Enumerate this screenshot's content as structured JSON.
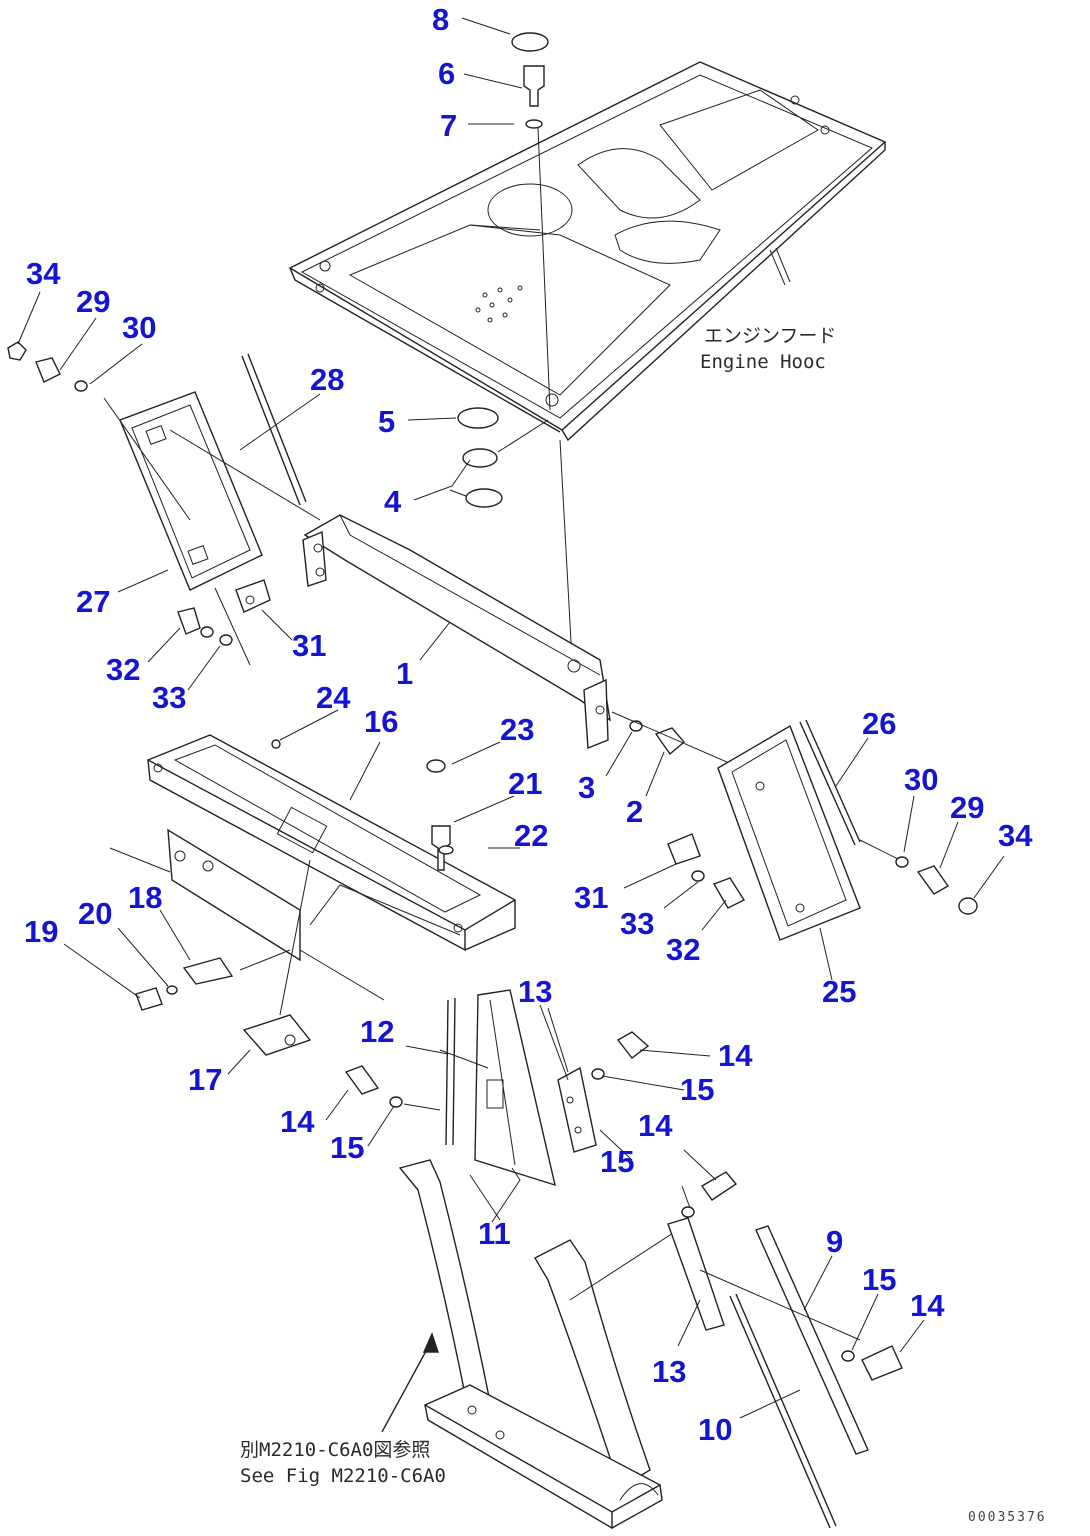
{
  "colors": {
    "callout": "#1414d2",
    "linework": "#222222"
  },
  "notes": {
    "engine_hood_jp": "エンジンフード",
    "engine_hood_en": "Engine Hooc",
    "see_fig_jp": "別M2210-C6A0図参照",
    "see_fig_en": "See Fig M2210-C6A0"
  },
  "drawing_code": "00035376",
  "callouts": {
    "c8": "8",
    "c6": "6",
    "c7": "7",
    "c34a": "34",
    "c29a": "29",
    "c30a": "30",
    "c28": "28",
    "c5": "5",
    "c4": "4",
    "c27": "27",
    "c31a": "31",
    "c1": "1",
    "c32a": "32",
    "c33a": "33",
    "c24": "24",
    "c16": "16",
    "c23": "23",
    "c21": "21",
    "c22": "22",
    "c3": "3",
    "c2": "2",
    "c26": "26",
    "c30b": "30",
    "c29b": "29",
    "c34b": "34",
    "c31b": "31",
    "c33b": "33",
    "c32b": "32",
    "c25": "25",
    "c19": "19",
    "c20": "20",
    "c18": "18",
    "c13a": "13",
    "c12": "12",
    "c14a": "14",
    "c15a": "15",
    "c14b": "14",
    "c15b": "15",
    "c14c": "14",
    "c15c": "15",
    "c17": "17",
    "c11": "11",
    "c9": "9",
    "c15d": "15",
    "c14d": "14",
    "c13b": "13",
    "c10": "10"
  }
}
